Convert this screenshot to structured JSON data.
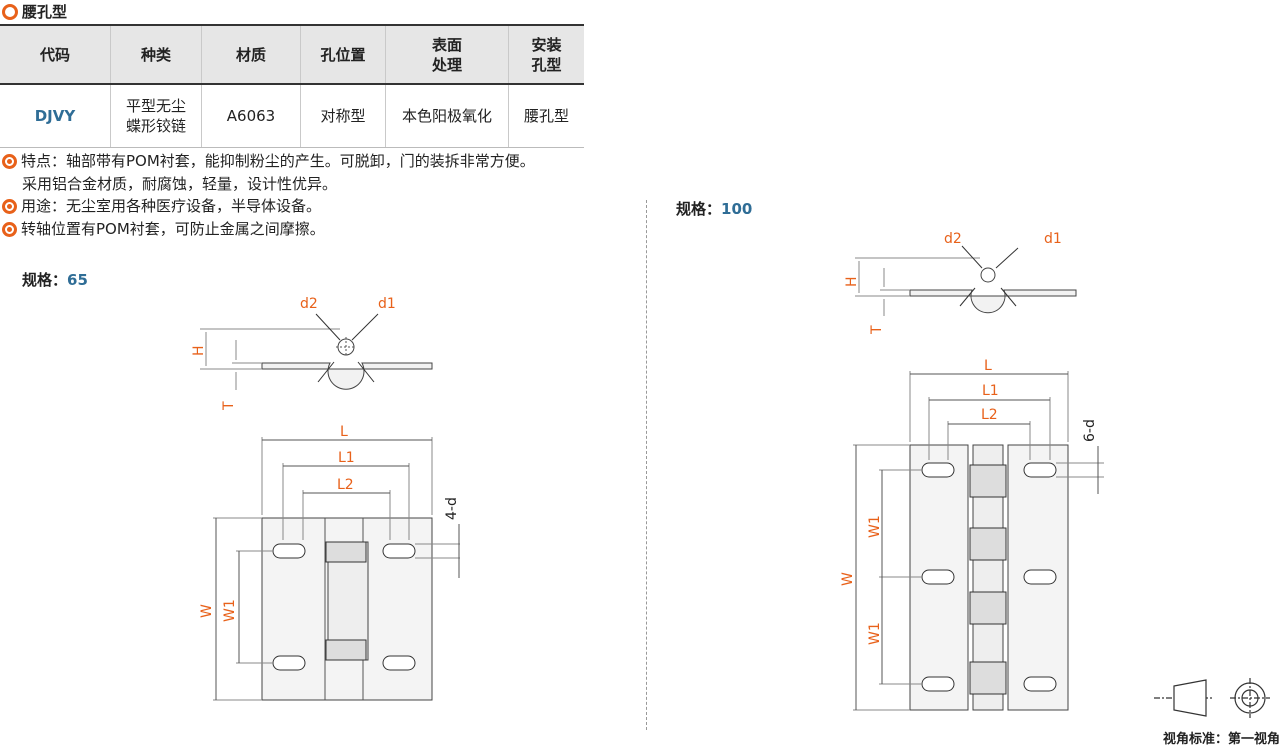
{
  "section_title": "腰孔型",
  "table": {
    "headers": [
      [
        "代码"
      ],
      [
        "种类"
      ],
      [
        "材质"
      ],
      [
        "孔位置"
      ],
      [
        "表面",
        "处理"
      ],
      [
        "安装",
        "孔型"
      ]
    ],
    "row": {
      "code": "DJVY",
      "kind": [
        "平型无尘",
        "蝶形铰链"
      ],
      "material": "A6063",
      "hole_position": "对称型",
      "surface": "本色阳极氧化",
      "mount_hole": "腰孔型"
    }
  },
  "bullets": [
    {
      "lines": [
        "特点：轴部带有POM衬套，能抑制粉尘的产生。可脱卸，门的装拆非常方便。",
        "采用铝合金材质，耐腐蚀，轻量，设计性优异。"
      ]
    },
    {
      "lines": [
        "用途：无尘室用各种医疗设备，半导体设备。"
      ]
    },
    {
      "lines": [
        "转轴位置有POM衬套，可防止金属之间摩擦。"
      ]
    }
  ],
  "spec_left": {
    "label": "规格：",
    "value": "65"
  },
  "spec_right": {
    "label": "规格：",
    "value": "100"
  },
  "dims": {
    "d2": "d2",
    "d1": "d1",
    "H": "H",
    "T": "T",
    "L": "L",
    "L1": "L1",
    "L2": "L2",
    "W": "W",
    "W1": "W1",
    "hole_left": "4-d",
    "hole_right": "6-d"
  },
  "view_standard": "视角标准：第一视角",
  "colors": {
    "accent": "#e8611a",
    "code": "#2f6d96",
    "dim_text": "#e8611a"
  }
}
